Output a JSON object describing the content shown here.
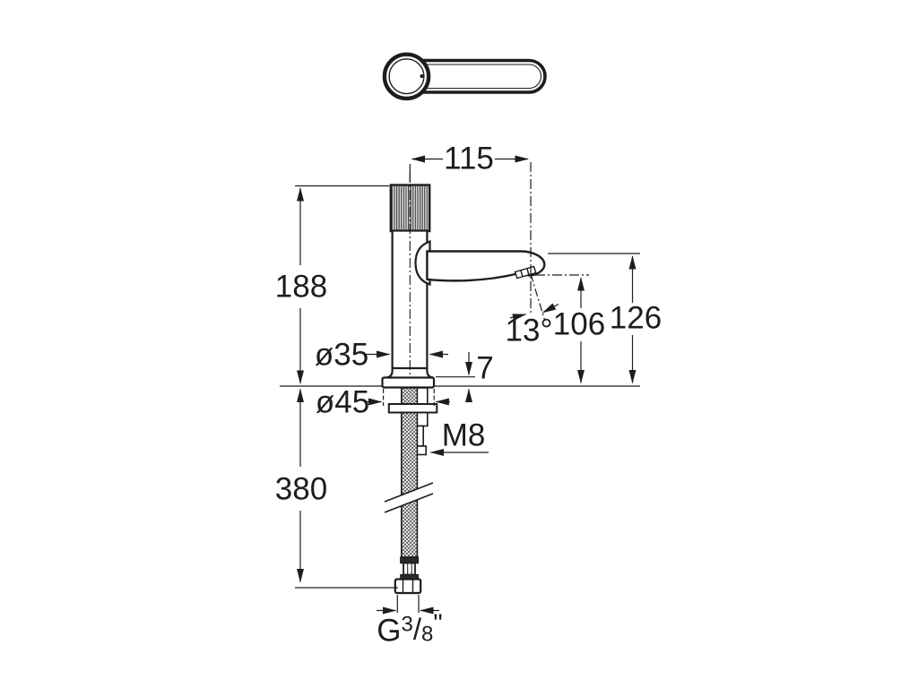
{
  "drawing": {
    "kind": "faucet-dimensional-drawing",
    "background": "#ffffff",
    "line_color": "#1d1d1b",
    "dims": {
      "spout_reach": "115",
      "total_height": "188",
      "body_diameter": "ø35",
      "base_diameter": "ø45",
      "base_plate_height": "7",
      "hose_length": "380",
      "fixing_stud": "M8",
      "spout_angle": "13°",
      "outlet_height": "106",
      "spout_top_height": "126",
      "thread": {
        "prefix": "G",
        "numerator": "3",
        "slash": "/",
        "denominator": "8",
        "suffix": "\""
      }
    }
  }
}
